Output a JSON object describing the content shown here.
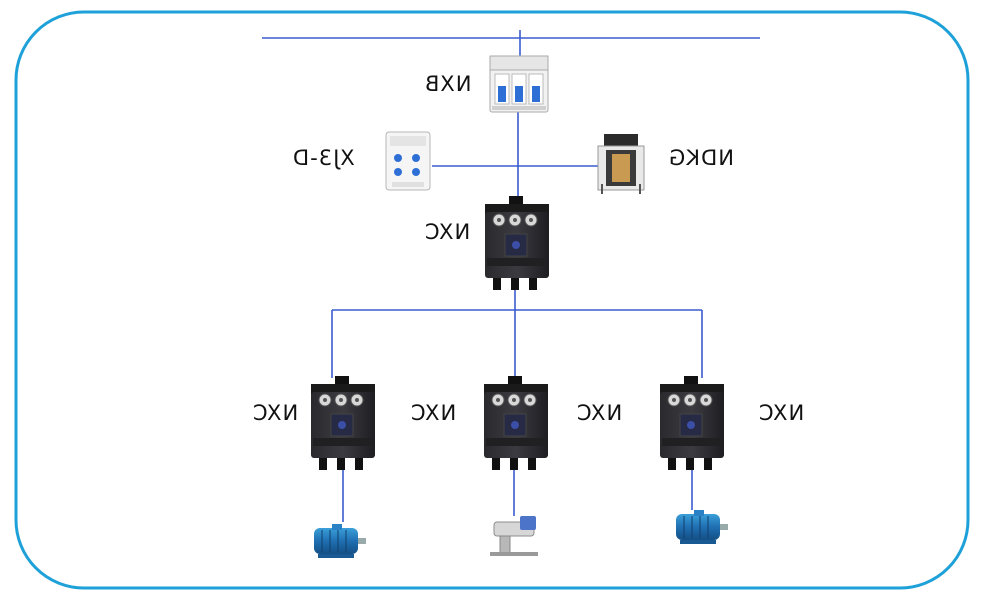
{
  "diagram": {
    "frame_color": "#1ea1d8",
    "wire_color": "#3a5bd0",
    "labels": {
      "breaker": "NXB",
      "relay": "XJ3-D",
      "transformer": "NDKG",
      "main_contactor": "NXC",
      "contactor_left": "NXC",
      "contactor_mid_left": "NXC",
      "contactor_mid_right": "NXC",
      "contactor_right": "NXC"
    },
    "icons": {
      "breaker": "circuit-breaker-icon",
      "relay": "phase-relay-icon",
      "transformer": "control-transformer-icon",
      "contactor": "contactor-icon",
      "motor": "motor-icon",
      "brake": "brake-actuator-icon"
    }
  }
}
